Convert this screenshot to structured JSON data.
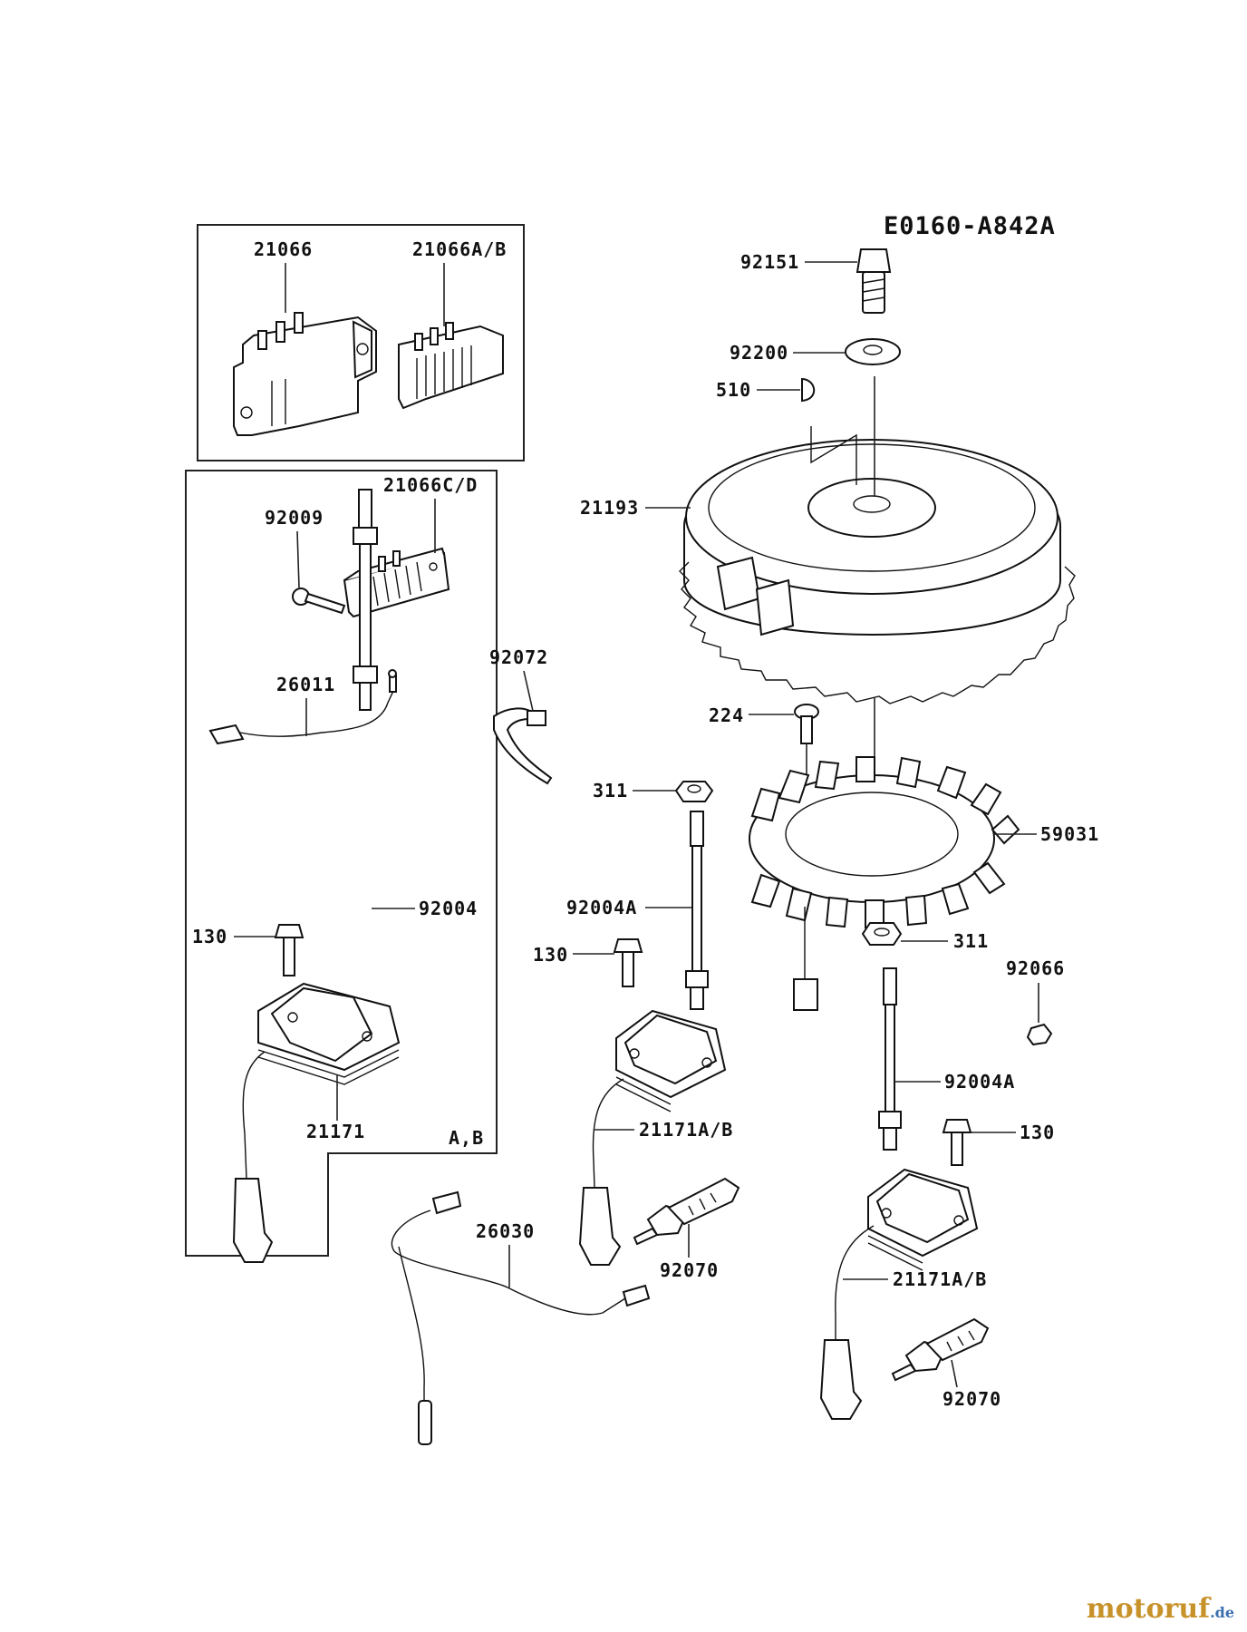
{
  "diagram_ref": "E0160-A842A",
  "parts": {
    "p21066": "21066",
    "p21066ab": "21066A/B",
    "p21066cd": "21066C/D",
    "p92009": "92009",
    "p26011": "26011",
    "p92072": "92072",
    "p92004": "92004",
    "p130_a": "130",
    "p21171": "21171",
    "p_ab_variant": "A,B",
    "p92151": "92151",
    "p92200": "92200",
    "p510": "510",
    "p21193": "21193",
    "p224": "224",
    "p311_a": "311",
    "p59031": "59031",
    "p92004a_a": "92004A",
    "p130_b": "130",
    "p21171ab_a": "21171A/B",
    "p311_b": "311",
    "p92066": "92066",
    "p92004a_b": "92004A",
    "p130_c": "130",
    "p26030": "26030",
    "p92070_a": "92070",
    "p21171ab_b": "21171A/B",
    "p92070_b": "92070"
  },
  "watermark": {
    "main": "motoruf",
    "suffix": ".de"
  }
}
